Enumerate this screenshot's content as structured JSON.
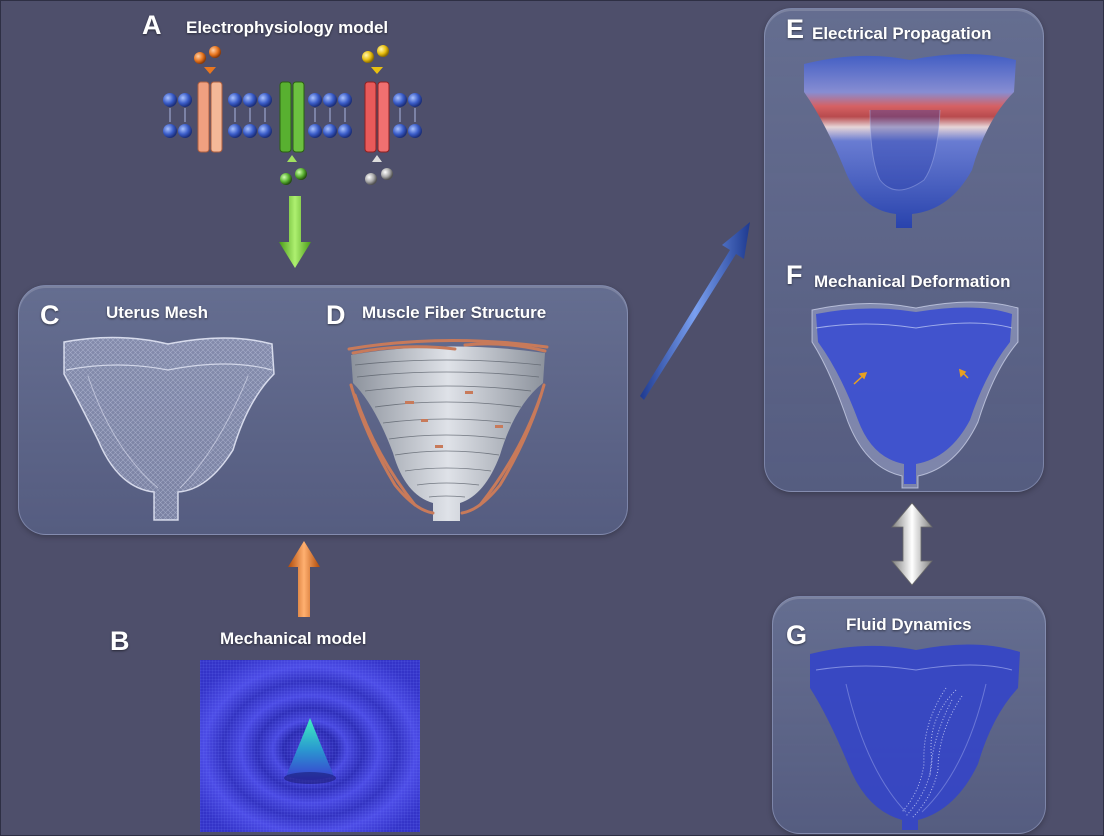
{
  "sections": {
    "A": {
      "letter": "A",
      "title": "Electrophysiology model"
    },
    "B": {
      "letter": "B",
      "title": "Mechanical model"
    },
    "C": {
      "letter": "C",
      "title": "Uterus Mesh"
    },
    "D": {
      "letter": "D",
      "title": "Muscle Fiber Structure"
    },
    "E": {
      "letter": "E",
      "title": "Electrical Propagation"
    },
    "F": {
      "letter": "F",
      "title": "Mechanical Deformation"
    },
    "G": {
      "letter": "G",
      "title": "Fluid Dynamics"
    }
  },
  "colors": {
    "background": "#4e4f6b",
    "arrow_green": "#7ccc2e",
    "arrow_orange": "#e8761f",
    "arrow_blue": "#3d66c4",
    "arrow_gray": "#c8c8c8",
    "channel_orange": "#f0a080",
    "channel_green": "#58b030",
    "channel_red": "#e85a5a",
    "lipid_blue": "#3a5cc8"
  }
}
